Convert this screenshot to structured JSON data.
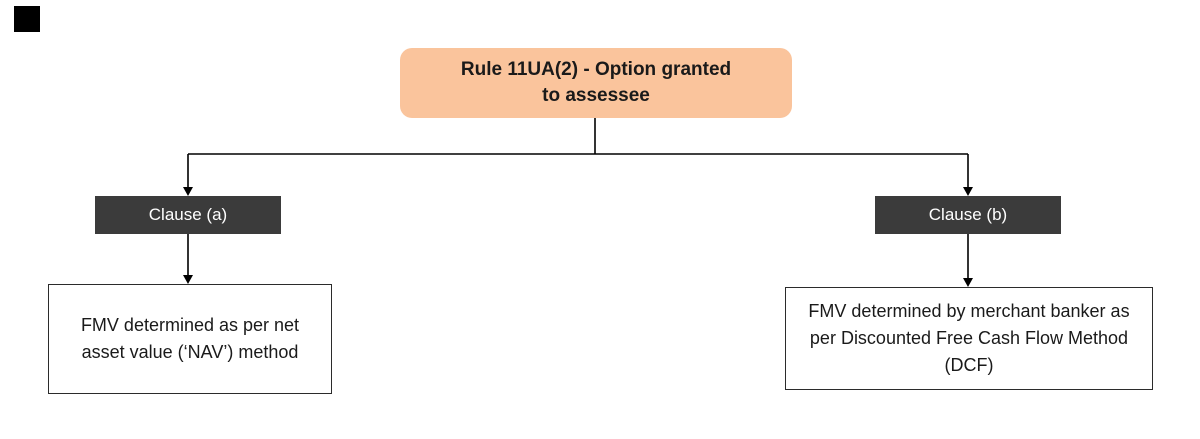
{
  "diagram": {
    "root": {
      "label_line1": "Rule 11UA(2) - Option granted",
      "label_line2": "to assessee"
    },
    "branches": [
      {
        "clause": "Clause (a)",
        "description": "FMV determined as per net asset value (‘NAV’) method"
      },
      {
        "clause": "Clause (b)",
        "description": "FMV determined by merchant banker as per Discounted Free Cash Flow Method (DCF)"
      }
    ],
    "colors": {
      "root_bg": "#FAC49C",
      "clause_bg": "#3B3B3B",
      "clause_text": "#FFFFFF",
      "line": "#000000"
    }
  }
}
